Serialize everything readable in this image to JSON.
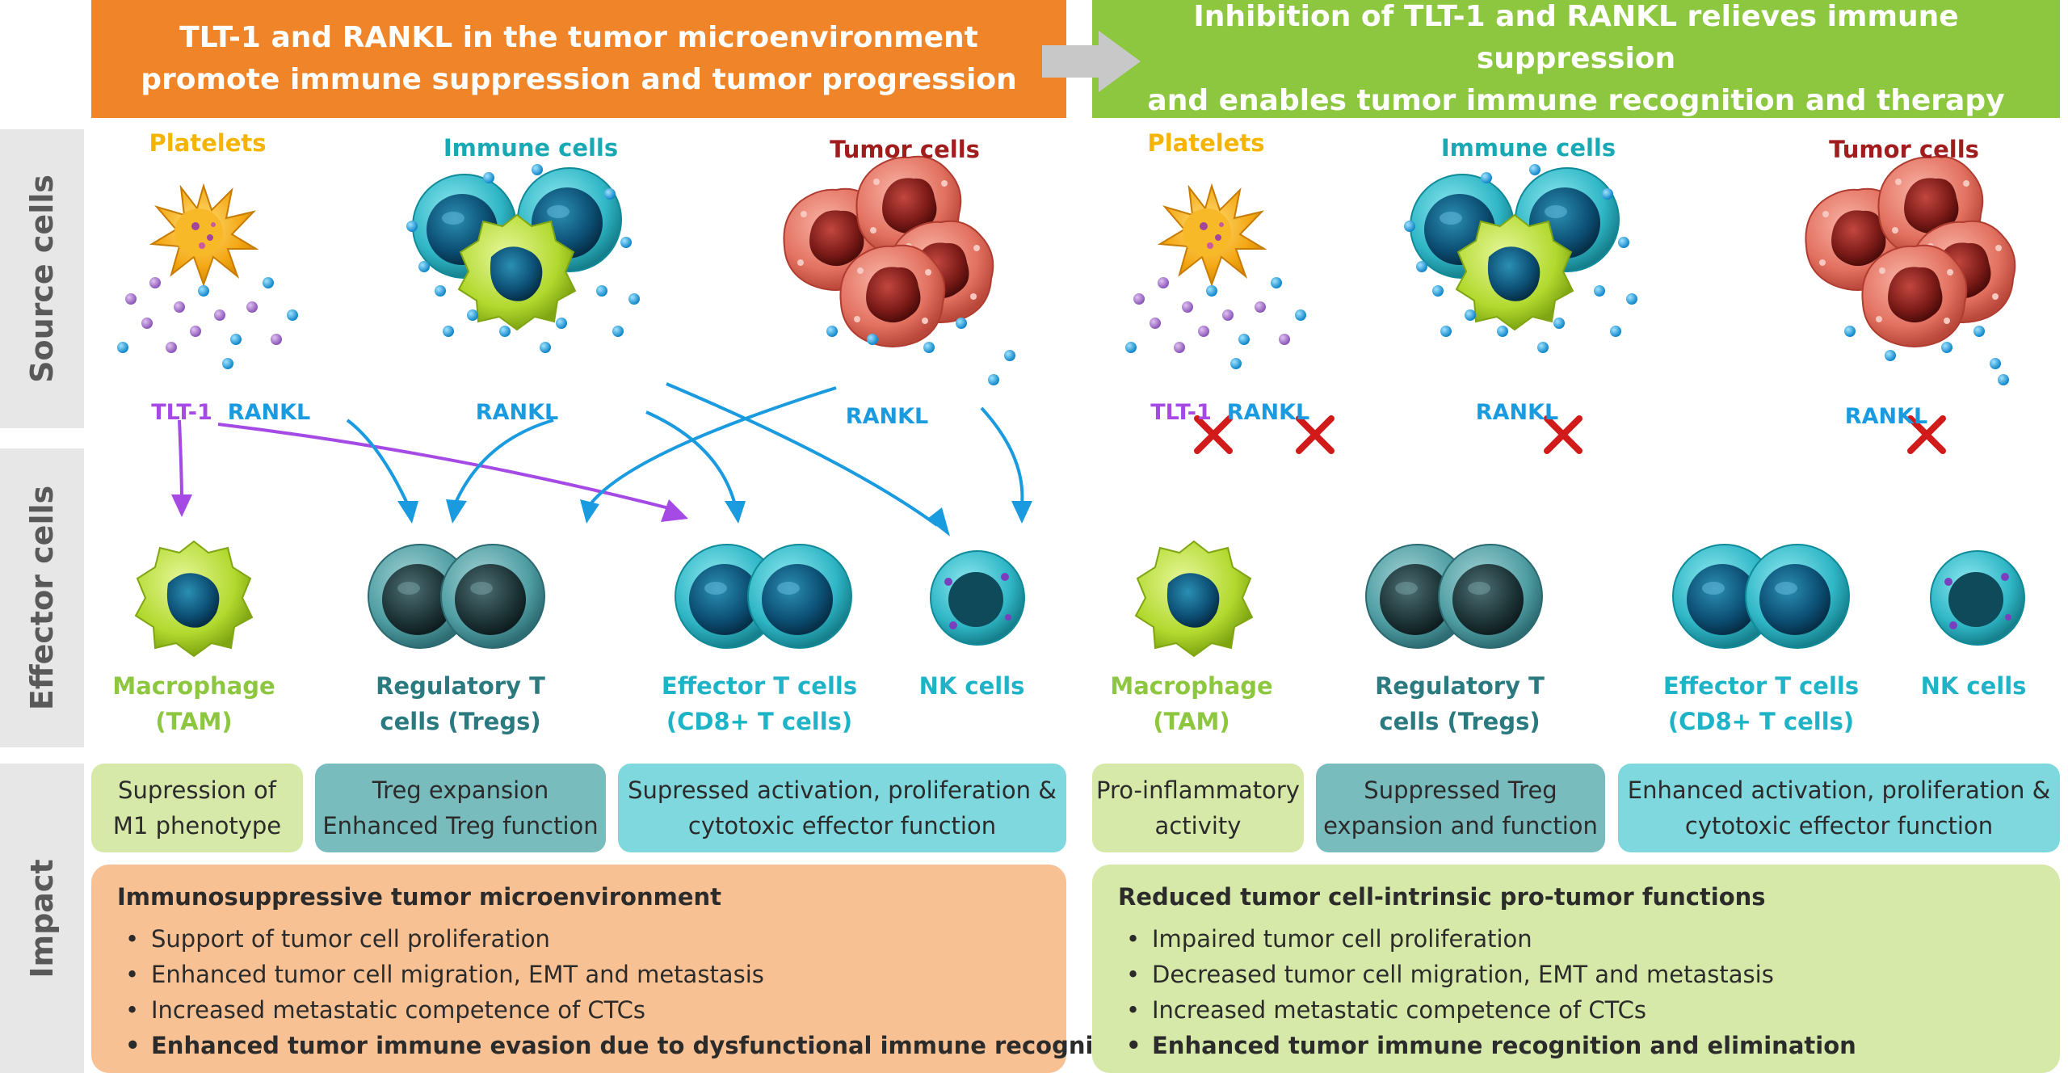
{
  "colors": {
    "orange_header": "#ef8428",
    "green_header": "#8dc63f",
    "platelets": "#f4b400",
    "immune": "#19a9b5",
    "tumor": "#a11d1d",
    "tlt1": "#a64ae6",
    "rankl": "#1a9be0",
    "macrophage": "#8dc63f",
    "treg": "#2b7a80",
    "effector": "#1fb3c7",
    "nk": "#1fb3c7",
    "cross": "#d11b1b",
    "impact_green": "#d6e9a8",
    "impact_teal": "#79bcbd",
    "impact_cyan": "#7fd8dd",
    "summary_orange": "#f8c193",
    "summary_green": "#d6e9a8"
  },
  "headers": {
    "left": [
      "TLT-1 and RANKL in the tumor microenvironment",
      "promote immune suppression and tumor progression"
    ],
    "right": [
      "Inhibition of TLT-1 and RANKL relieves immune suppression",
      "and enables tumor immune recognition and therapy"
    ],
    "arrow_icon": "right-arrow-icon"
  },
  "row_labels": {
    "source": "Source cells",
    "effector": "Effector cells",
    "impact": "Impact"
  },
  "left_panel": {
    "source_cells": [
      "Platelets",
      "Immune cells",
      "Tumor cells"
    ],
    "molecules": {
      "tlt1": "TLT-1",
      "rankl_platelet": "RANKL",
      "rankl_immune": "RANKL",
      "rankl_tumor": "RANKL"
    },
    "effector_cells": [
      {
        "line1": "Macrophage",
        "line2": "(TAM)"
      },
      {
        "line1": "Regulatory T",
        "line2": "cells (Tregs)"
      },
      {
        "line1": "Effector T cells",
        "line2": "(CD8+ T cells)"
      },
      {
        "line1": "NK cells",
        "line2": ""
      }
    ],
    "impacts": [
      [
        "Supression of",
        "M1 phenotype"
      ],
      [
        "Treg expansion",
        "Enhanced Treg function"
      ],
      [
        "Supressed activation, proliferation &",
        "cytotoxic effector function"
      ]
    ],
    "summary": {
      "title": "Immunosuppressive tumor microenvironment",
      "bullets": [
        "Support of tumor cell proliferation",
        "Enhanced tumor cell migration, EMT and metastasis",
        "Increased metastatic competence of CTCs",
        "Enhanced tumor immune evasion due to dysfunctional immune recognition"
      ]
    }
  },
  "right_panel": {
    "source_cells": [
      "Platelets",
      "Immune cells",
      "Tumor cells"
    ],
    "molecules": {
      "tlt1": "TLT-1",
      "rankl_platelet": "RANKL",
      "rankl_immune": "RANKL",
      "rankl_tumor": "RANKL"
    },
    "effector_cells": [
      {
        "line1": "Macrophage",
        "line2": "(TAM)"
      },
      {
        "line1": "Regulatory T",
        "line2": "cells (Tregs)"
      },
      {
        "line1": "Effector T cells",
        "line2": "(CD8+ T cells)"
      },
      {
        "line1": "NK cells",
        "line2": ""
      }
    ],
    "impacts": [
      [
        "Pro-inflammatory",
        "activity"
      ],
      [
        "Suppressed Treg",
        "expansion and function"
      ],
      [
        "Enhanced activation, proliferation &",
        "cytotoxic effector function"
      ]
    ],
    "summary": {
      "title": "Reduced tumor cell-intrinsic pro-tumor functions",
      "bullets": [
        "Impaired tumor cell proliferation",
        "Decreased tumor cell migration, EMT and metastasis",
        "Increased metastatic competence of CTCs",
        "Enhanced tumor immune recognition and elimination"
      ]
    }
  }
}
